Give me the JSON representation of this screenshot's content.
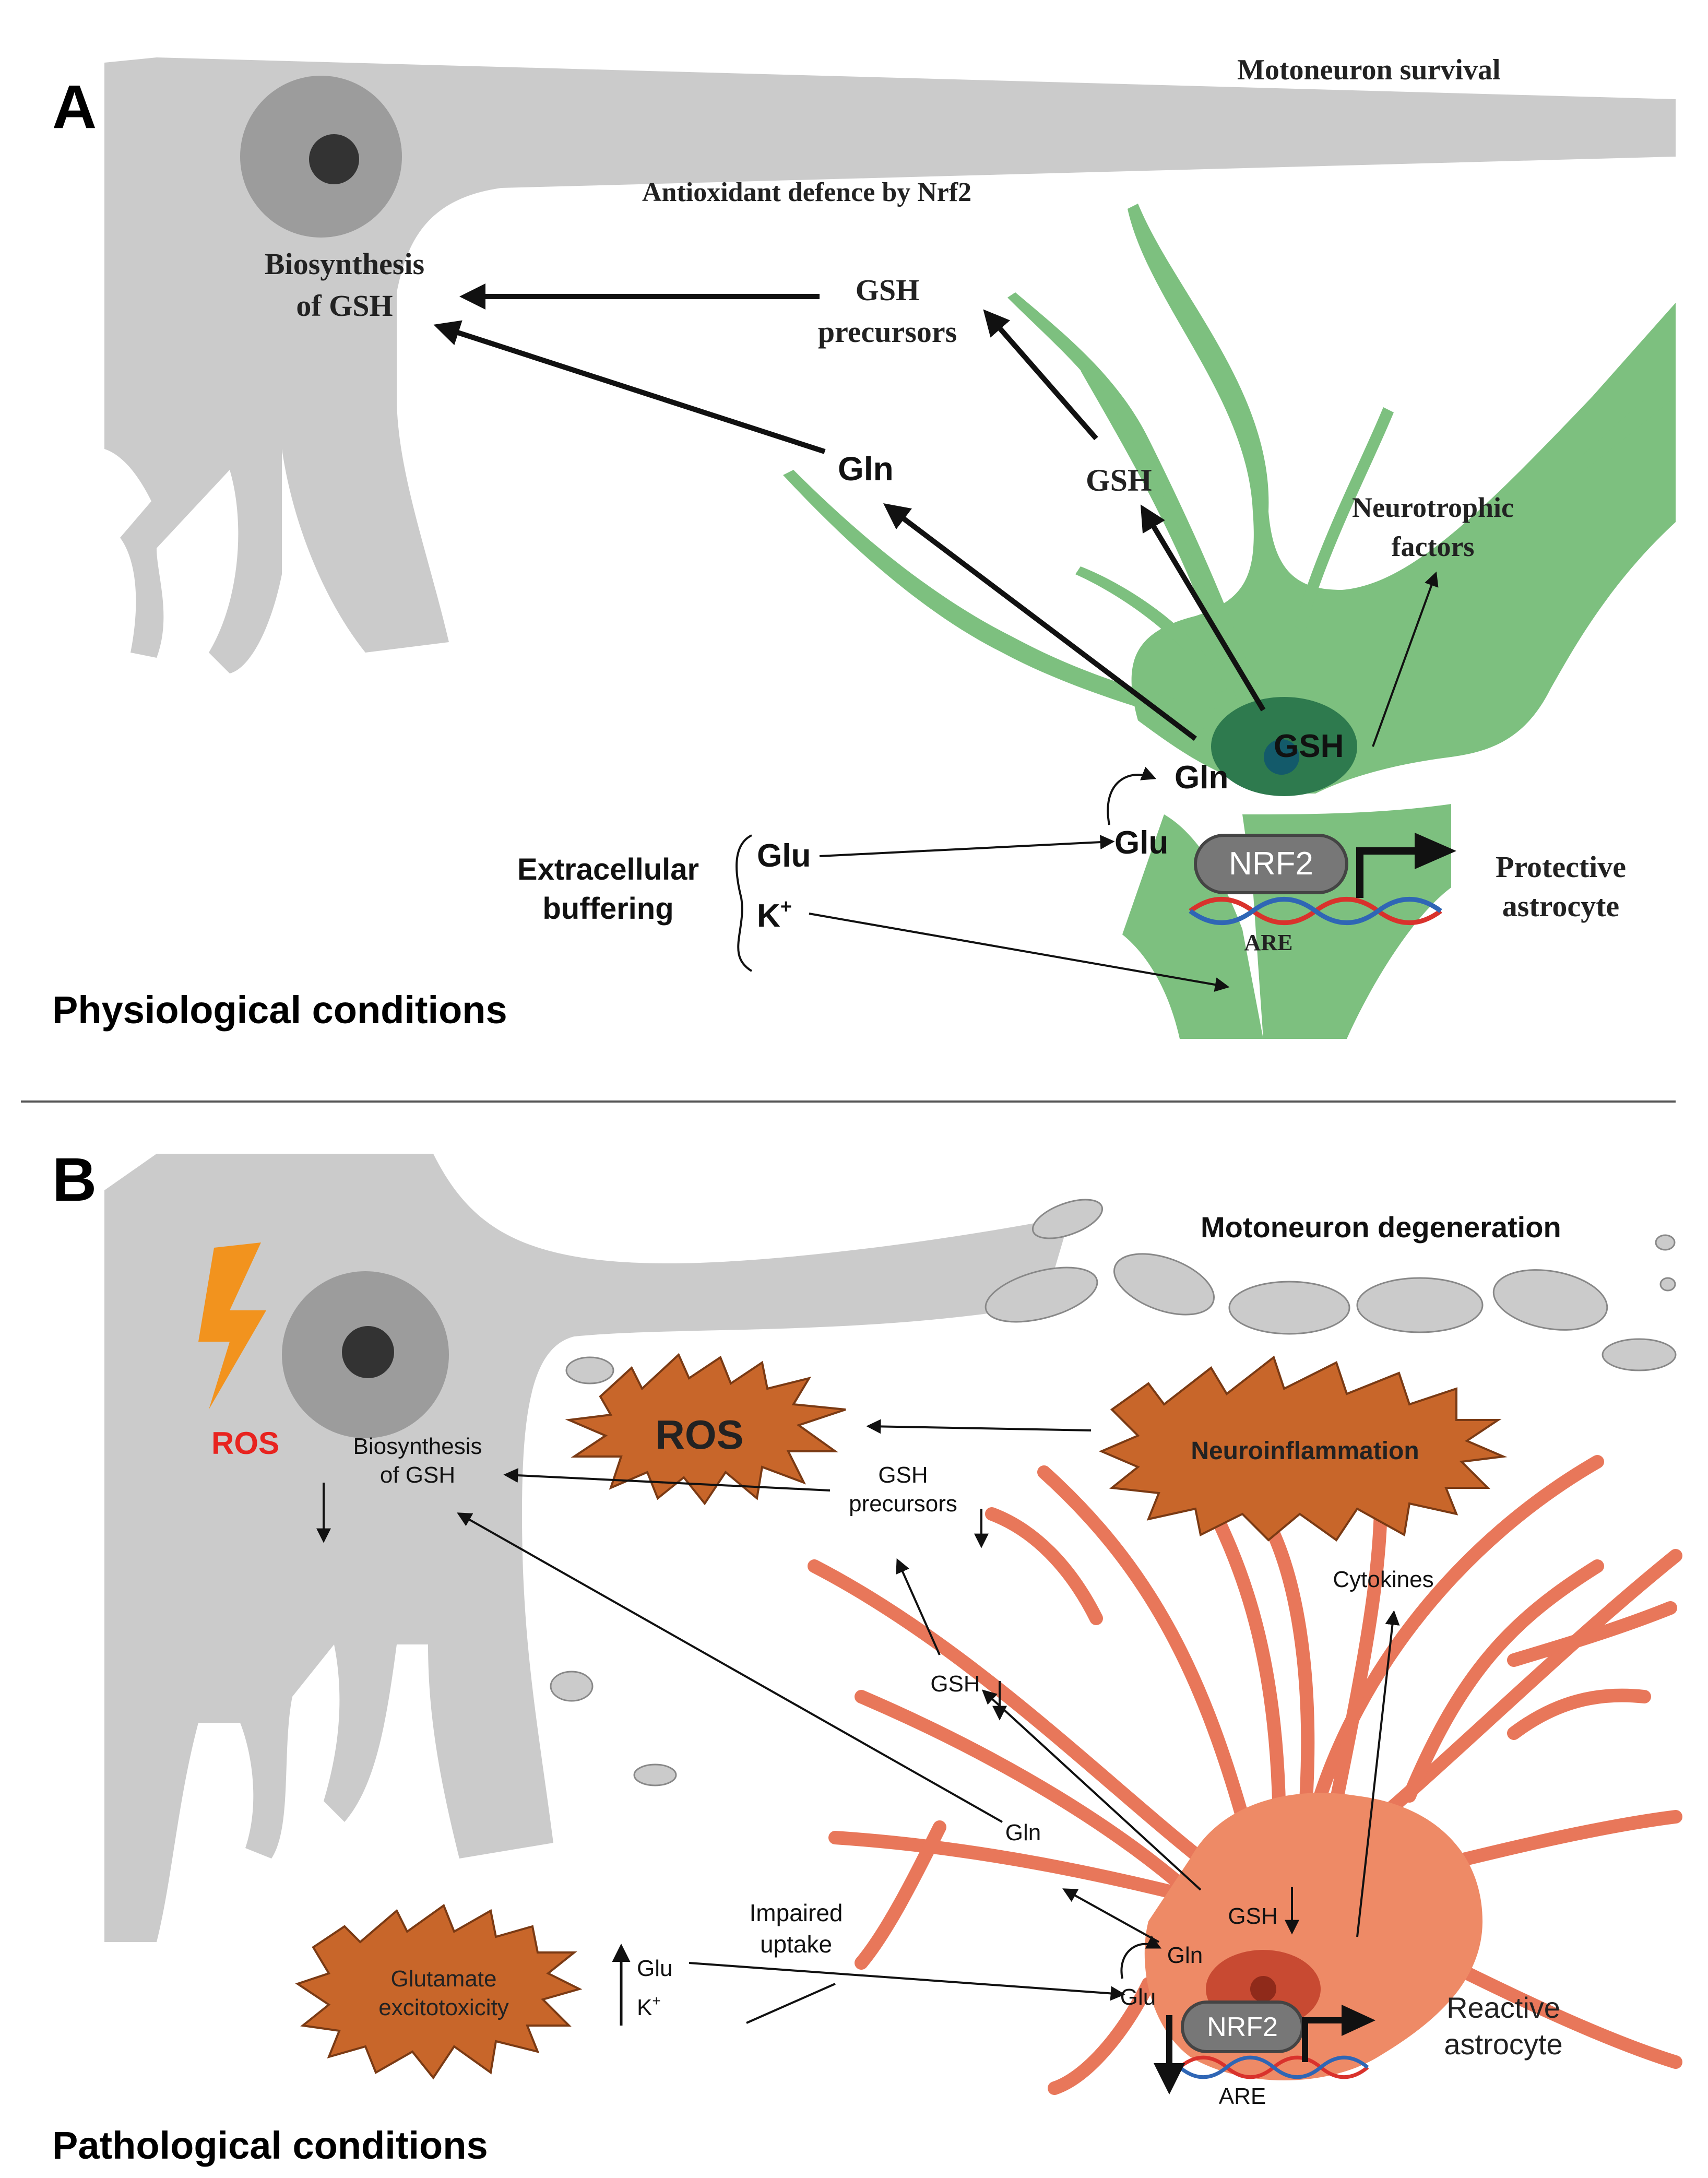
{
  "panel_a": {
    "letter": "A",
    "caption": "Physiological conditions",
    "title_top": "Motoneuron survival",
    "subtitle": "Antioxidant defence by Nrf2",
    "biosynthesis_line1": "Biosynthesis",
    "biosynthesis_line2": "of GSH",
    "gsh_precursors_line1": "GSH",
    "gsh_precursors_line2": "precursors",
    "gln_outer": "Gln",
    "gsh_outer": "GSH",
    "neurotrophic_line1": "Neurotrophic",
    "neurotrophic_line2": "factors",
    "gln_inner": "Gln",
    "gsh_inner": "GSH",
    "glu_inner": "Glu",
    "extracellular_line1": "Extracellular",
    "extracellular_line2": "buffering",
    "glu_outer": "Glu",
    "k_outer": "K",
    "k_sup": "+",
    "nrf2": "NRF2",
    "are": "ARE",
    "protective_line1": "Protective",
    "protective_line2": "astrocyte"
  },
  "panel_b": {
    "letter": "B",
    "caption": "Pathological conditions",
    "title_top": "Motoneuron degeneration",
    "ros_big": "ROS",
    "ros_small": "ROS",
    "neuroinflammation": "Neuroinflammation",
    "biosynthesis_line1": "Biosynthesis",
    "biosynthesis_line2": "of GSH",
    "gsh_precursors_line1": "GSH",
    "gsh_precursors_line2": "precursors",
    "cytokines": "Cytokines",
    "gsh_mid": "GSH",
    "gln_mid": "Gln",
    "gsh_inner": "GSH",
    "gln_inner": "Gln",
    "glu_inner": "Glu",
    "impaired_line1": "Impaired",
    "impaired_line2": "uptake",
    "glutamate_line1": "Glutamate",
    "glutamate_line2": "excitotoxicity",
    "glu_outer": "Glu",
    "k_outer": "K",
    "k_sup": "+",
    "nrf2": "NRF2",
    "are": "ARE",
    "reactive_line1": "Reactive",
    "reactive_line2": "astrocyte"
  },
  "colors": {
    "neuron_gray": "#cbcbcb",
    "astrocyte_green": "#7dc07f",
    "astrocyte_orange": "#ee8a66",
    "burst_brown": "#c8662a",
    "lightning_orange": "#f2931e",
    "ros_red": "#e8231f"
  }
}
